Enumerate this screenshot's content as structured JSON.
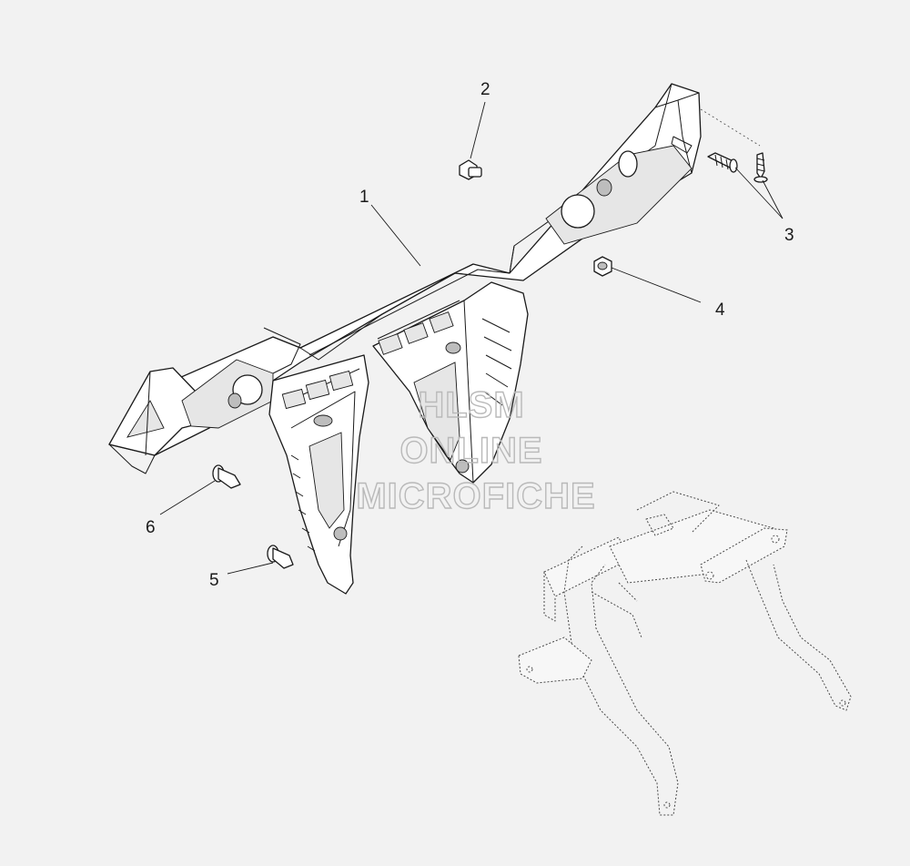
{
  "diagram": {
    "callouts": [
      {
        "id": "1",
        "label": "1"
      },
      {
        "id": "2",
        "label": "2"
      },
      {
        "id": "3",
        "label": "3"
      },
      {
        "id": "4",
        "label": "4"
      },
      {
        "id": "5",
        "label": "5"
      },
      {
        "id": "6",
        "label": "6"
      }
    ],
    "watermark": {
      "line1": "HLSM",
      "line2": "ONLINE",
      "line3": "MICROFICHE"
    }
  }
}
